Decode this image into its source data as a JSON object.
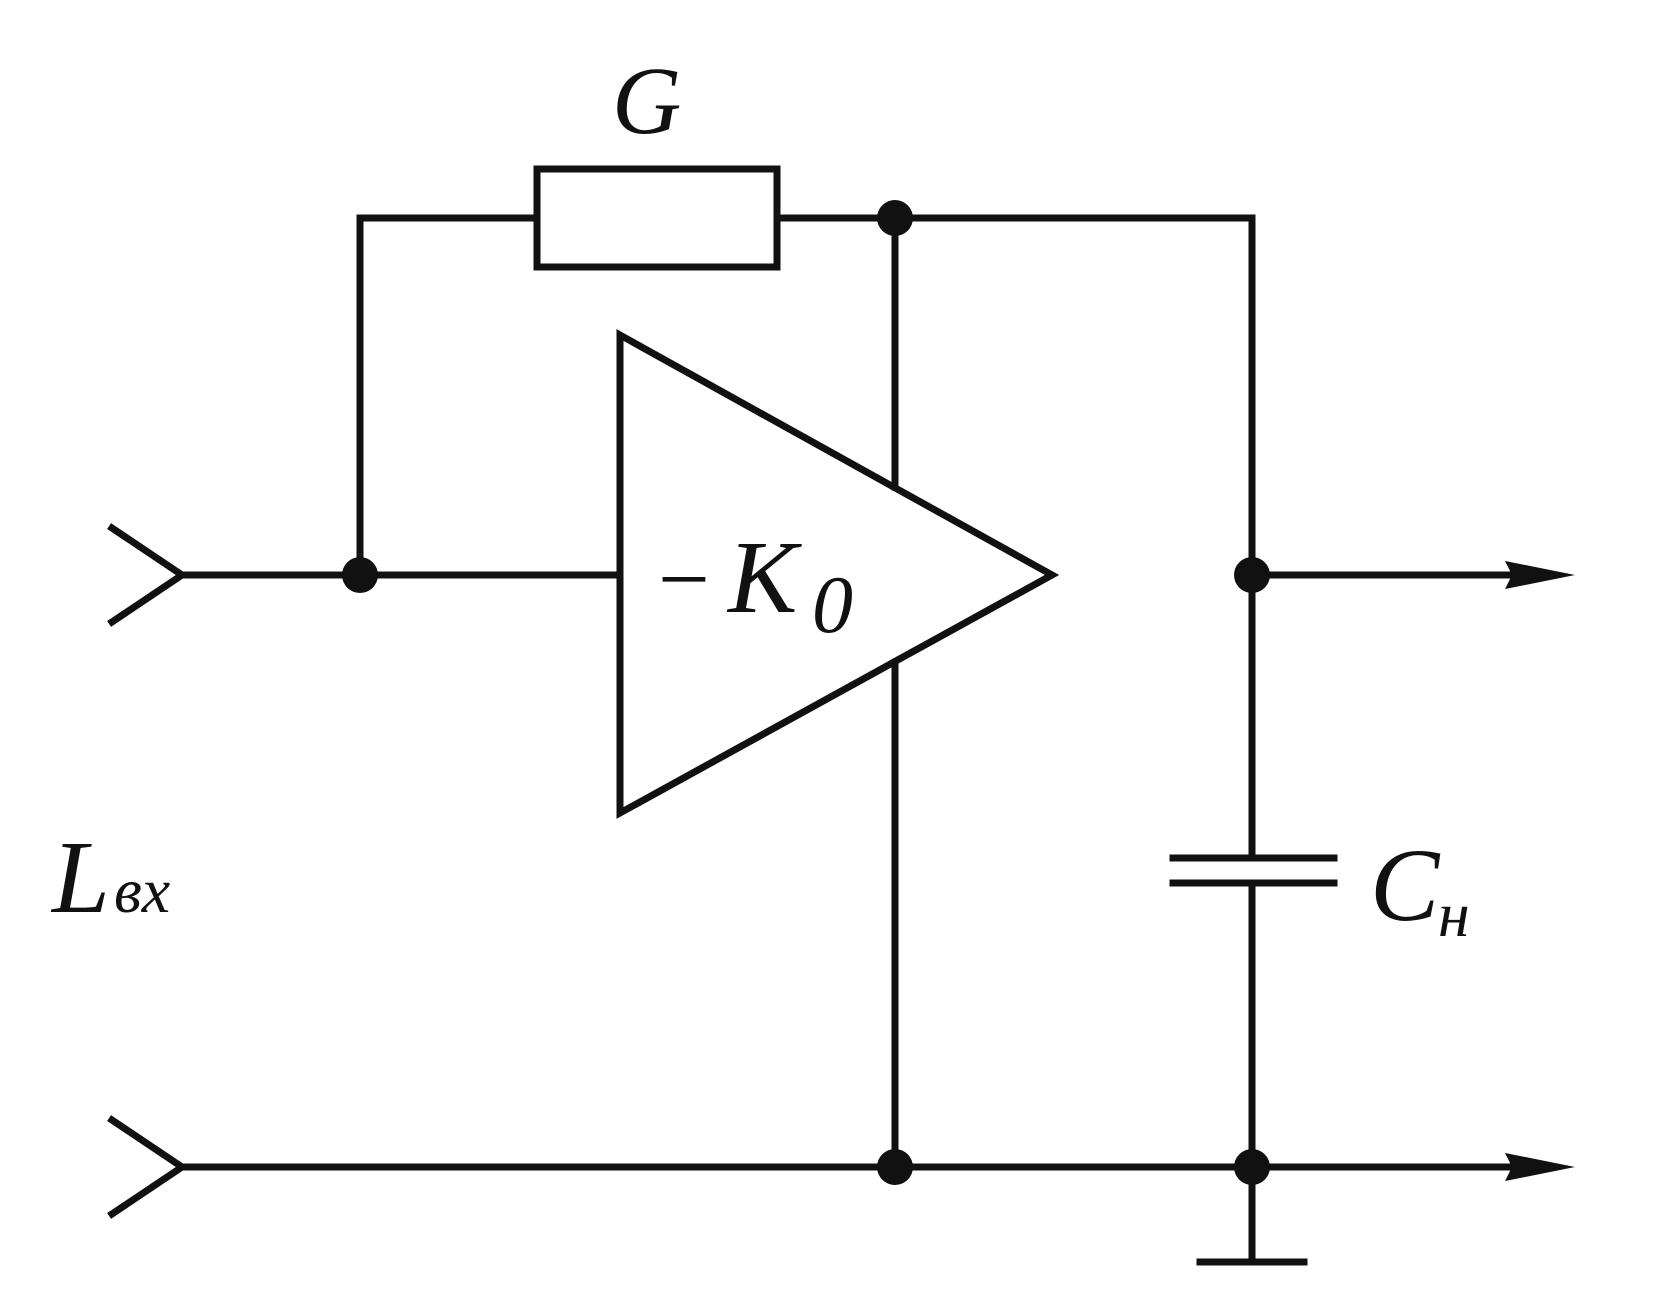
{
  "diagram": {
    "labels": {
      "resistor": "G",
      "amplifier_sign": "−",
      "amplifier_gain": "K",
      "amplifier_gain_sub": "0",
      "input_main": "L",
      "input_sub": "вх",
      "capacitor_main": "C",
      "capacitor_sub": "н"
    },
    "colors": {
      "stroke": "#111111",
      "background": "#ffffff"
    }
  }
}
